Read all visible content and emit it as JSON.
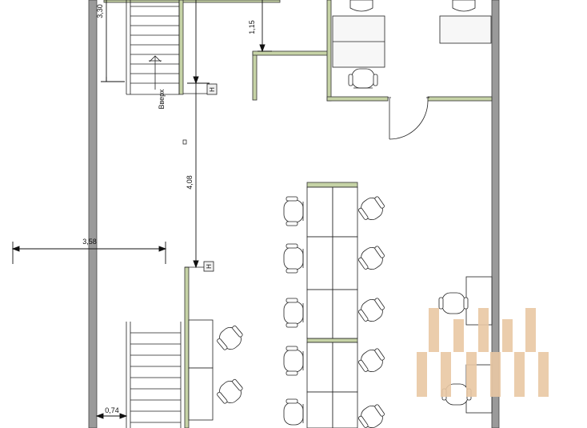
{
  "floor_plan": {
    "dimensions": {
      "stair_top_height": "3,30",
      "wall_gap": "1,15",
      "corridor_length": "4,08",
      "left_width": "3,58",
      "bottom_gap": "0,74"
    },
    "labels": {
      "stair_direction": "Вверх",
      "hydrant_mark": "Н"
    },
    "colors": {
      "wall_gray": "#9a9a9a",
      "partition_green": "#c6d3a6",
      "line": "#1a1a1a",
      "watermark": "#e9c8a4"
    }
  }
}
